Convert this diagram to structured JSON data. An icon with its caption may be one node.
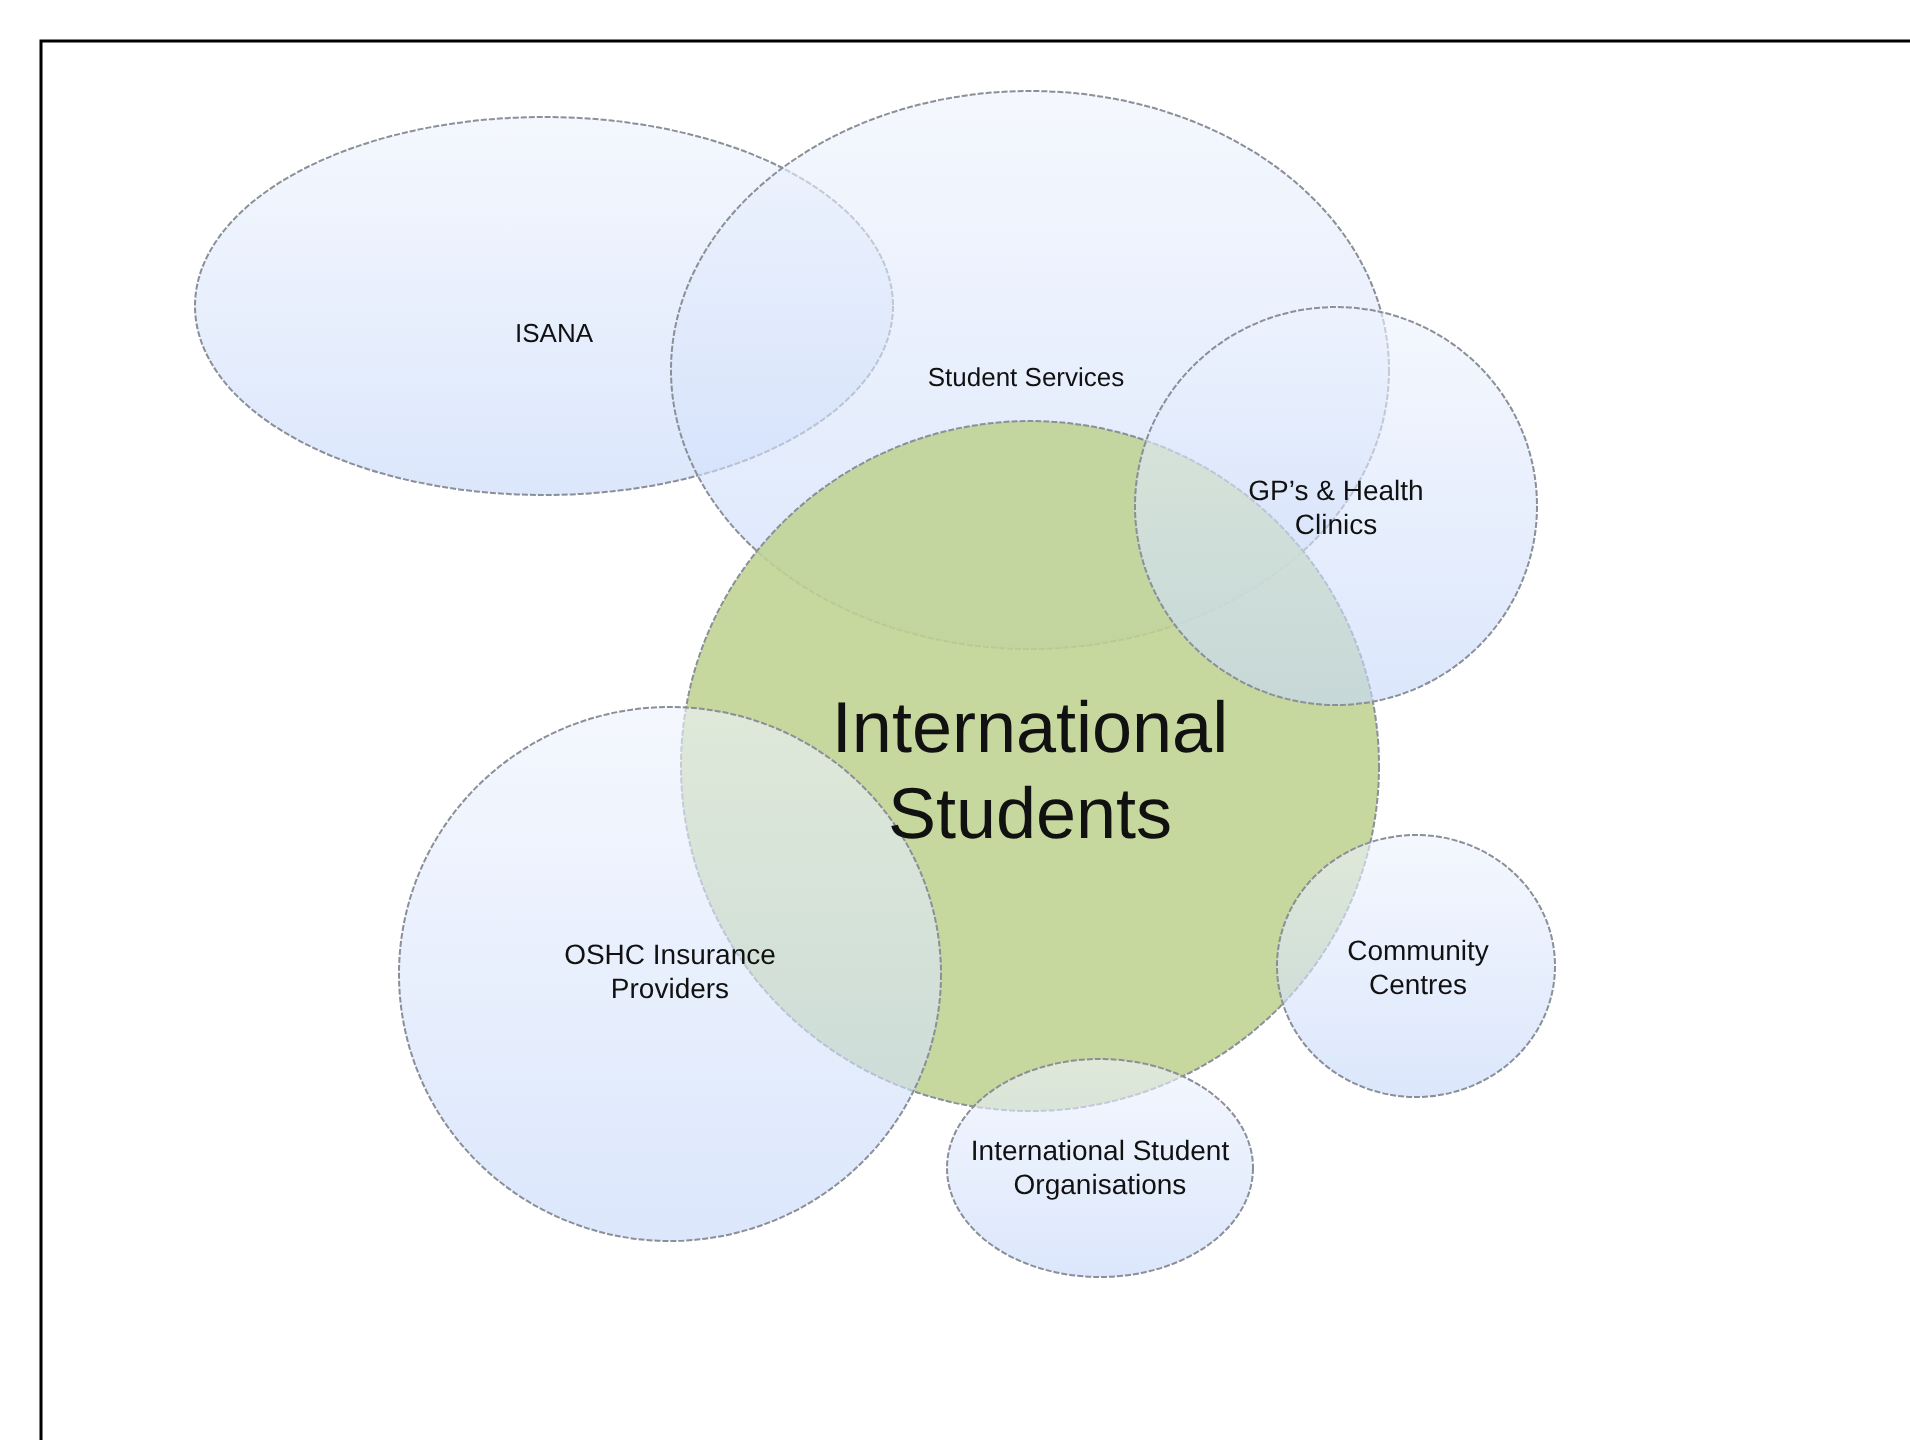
{
  "diagram": {
    "nodes": [
      {
        "text": [
          "ISANA"
        ]
      },
      {
        "text": [
          "Student Services"
        ]
      },
      {
        "text": [
          "GP’s & Health Clinics"
        ]
      },
      {
        "text": [
          "International Students"
        ]
      },
      {
        "text": [
          "OSHC Insurance Providers"
        ]
      },
      {
        "text": [
          "Community Centres"
        ]
      },
      {
        "text": [
          "International Student Organisations"
        ]
      }
    ]
  }
}
